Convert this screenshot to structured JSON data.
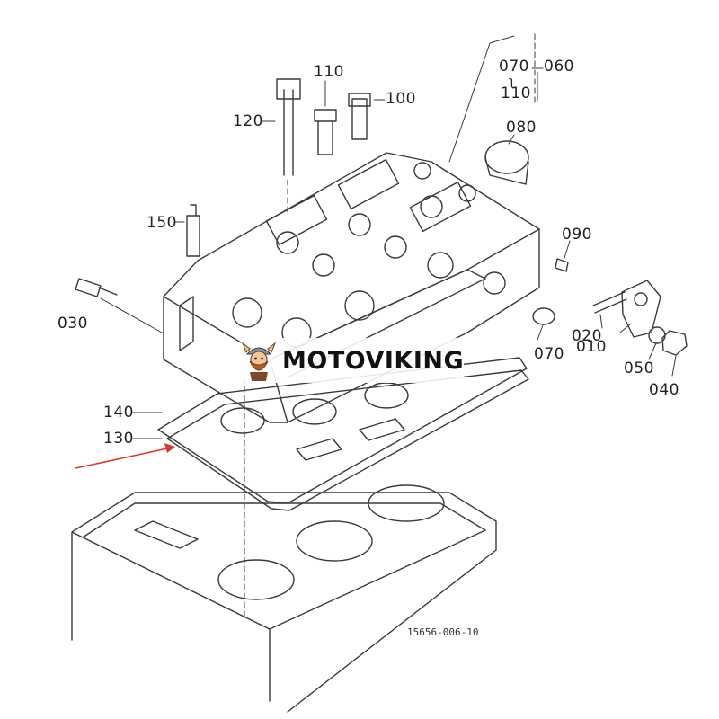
{
  "diagram": {
    "parts": [
      {
        "id": "c010",
        "label": "010"
      },
      {
        "id": "c020",
        "label": "020"
      },
      {
        "id": "c030",
        "label": "030"
      },
      {
        "id": "c040",
        "label": "040"
      },
      {
        "id": "c050",
        "label": "050"
      },
      {
        "id": "c060",
        "label": "060"
      },
      {
        "id": "c070a",
        "label": "070"
      },
      {
        "id": "c070b",
        "label": "070"
      },
      {
        "id": "c080",
        "label": "080"
      },
      {
        "id": "c090",
        "label": "090"
      },
      {
        "id": "c100",
        "label": "100"
      },
      {
        "id": "c110a",
        "label": "110"
      },
      {
        "id": "c110b",
        "label": "110"
      },
      {
        "id": "c120",
        "label": "120"
      },
      {
        "id": "c130",
        "label": "130"
      },
      {
        "id": "c140",
        "label": "140"
      },
      {
        "id": "c150",
        "label": "150"
      }
    ],
    "group_bracket_symbol": "ʅ",
    "sheet_code": "15656-006-10",
    "highlight_color": "#d93a2b",
    "line_color": "#3a3a3a"
  },
  "watermark": {
    "text": "MOTOVIKING",
    "icon": "viking-mascot-icon"
  }
}
